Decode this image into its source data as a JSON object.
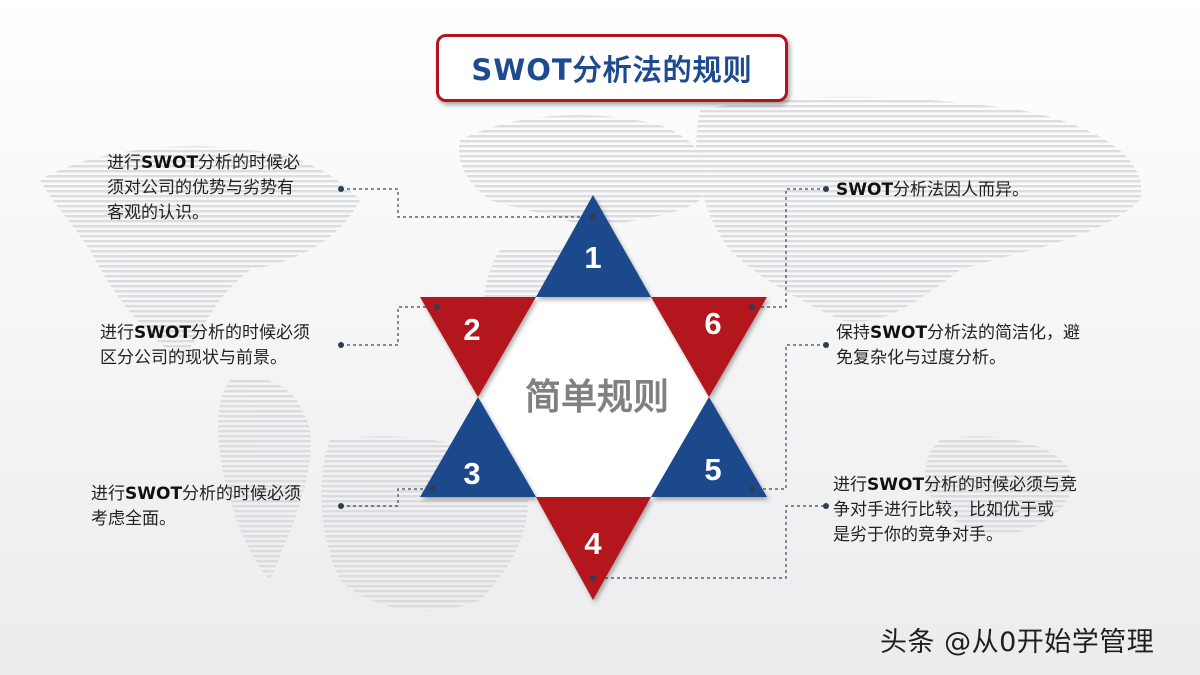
{
  "title": "SWOT分析法的规则",
  "center_label": "简单规则",
  "triangles": [
    {
      "num": "1",
      "color": "#1c4a8c"
    },
    {
      "num": "2",
      "color": "#b3121f"
    },
    {
      "num": "3",
      "color": "#1c4a8c"
    },
    {
      "num": "4",
      "color": "#b3121f"
    },
    {
      "num": "5",
      "color": "#1c4a8c"
    },
    {
      "num": "6",
      "color": "#b3121f"
    }
  ],
  "rules": {
    "r1": {
      "line1_pre": "进行",
      "line1_bold": "SWOT",
      "line1_post": "分析的时候必",
      "line2": "须对公司的优势与劣势有",
      "line3": "客观的认识。"
    },
    "r2": {
      "line1_pre": "进行",
      "line1_bold": "SWOT",
      "line1_post": "分析的时候必须",
      "line2": "区分公司的现状与前景。"
    },
    "r3": {
      "line1_pre": "进行",
      "line1_bold": "SWOT",
      "line1_post": "分析的时候必须",
      "line2": "考虑全面。"
    },
    "r4": {
      "line1_pre": "进行",
      "line1_bold": "SWOT",
      "line1_post": "分析的时候必须与竞",
      "line2": "争对手进行比较，比如优于或",
      "line3": "是劣于你的竞争对手。"
    },
    "r5": {
      "line1_pre": "保持",
      "line1_bold": "SWOT",
      "line1_post": "分析法的简洁化，避",
      "line2": "免复杂化与过度分析。"
    },
    "r6": {
      "line1_pre": "",
      "line1_bold": "SWOT",
      "line1_post": "分析法因人而异。"
    }
  },
  "watermark": "头条 @从0开始学管理",
  "colors": {
    "red": "#b3121f",
    "blue": "#1c4a8c",
    "connector": "#3a4a5c"
  }
}
